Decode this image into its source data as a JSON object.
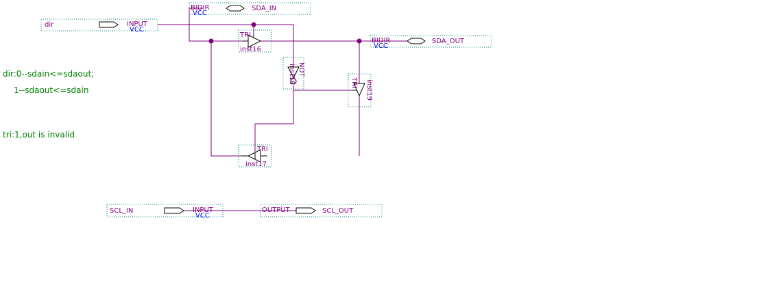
{
  "colors": {
    "wire": "#800080",
    "label": "#800080",
    "pin_type": "#0000ff",
    "comment": "#008000",
    "box_dots": "#008080",
    "symbol": "#000000"
  },
  "pins": {
    "dir": {
      "name": "dir",
      "type": "INPUT",
      "power": "VCC"
    },
    "sda_in": {
      "name": "SDA_IN",
      "type": "BIDIR",
      "power": "VCC"
    },
    "sda_out": {
      "name": "SDA_OUT",
      "type": "BIDIR",
      "power": "VCC"
    },
    "scl_in": {
      "name": "SCL_IN",
      "type": "INPUT",
      "power": "VCC"
    },
    "scl_out": {
      "name": "SCL_OUT",
      "type": "OUTPUT"
    }
  },
  "instances": {
    "inst16": {
      "kind": "TRI",
      "label": "inst16"
    },
    "inst17": {
      "kind": "TRI",
      "label": "inst17"
    },
    "inst18": {
      "kind": "NOT",
      "label": "inst18"
    },
    "inst19": {
      "kind": "TRI",
      "label": "inst19"
    }
  },
  "comments": {
    "line1": "dir:0--sdain<=sdaout;",
    "line2": "1--sdaout<=sdain",
    "line3": "tri:1,out is invalid"
  }
}
